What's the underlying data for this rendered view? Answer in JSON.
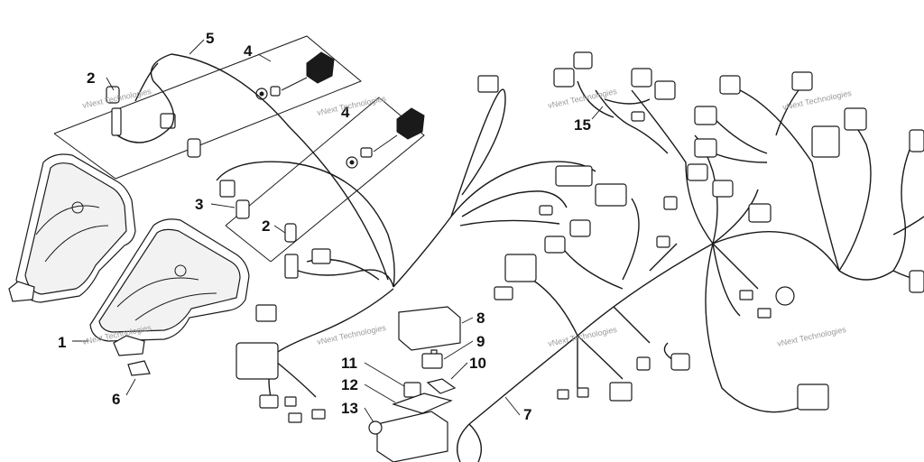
{
  "diagram": {
    "callouts": [
      {
        "id": "c1",
        "label": "1"
      },
      {
        "id": "c2a",
        "label": "2"
      },
      {
        "id": "c2b",
        "label": "2"
      },
      {
        "id": "c3",
        "label": "3"
      },
      {
        "id": "c4a",
        "label": "4"
      },
      {
        "id": "c4b",
        "label": "4"
      },
      {
        "id": "c5",
        "label": "5"
      },
      {
        "id": "c6",
        "label": "6"
      },
      {
        "id": "c7",
        "label": "7"
      },
      {
        "id": "c8",
        "label": "8"
      },
      {
        "id": "c9",
        "label": "9"
      },
      {
        "id": "c10",
        "label": "10"
      },
      {
        "id": "c11",
        "label": "11"
      },
      {
        "id": "c12",
        "label": "12"
      },
      {
        "id": "c13",
        "label": "13"
      },
      {
        "id": "c15",
        "label": "15"
      }
    ],
    "watermark": "vNext Technologies"
  }
}
